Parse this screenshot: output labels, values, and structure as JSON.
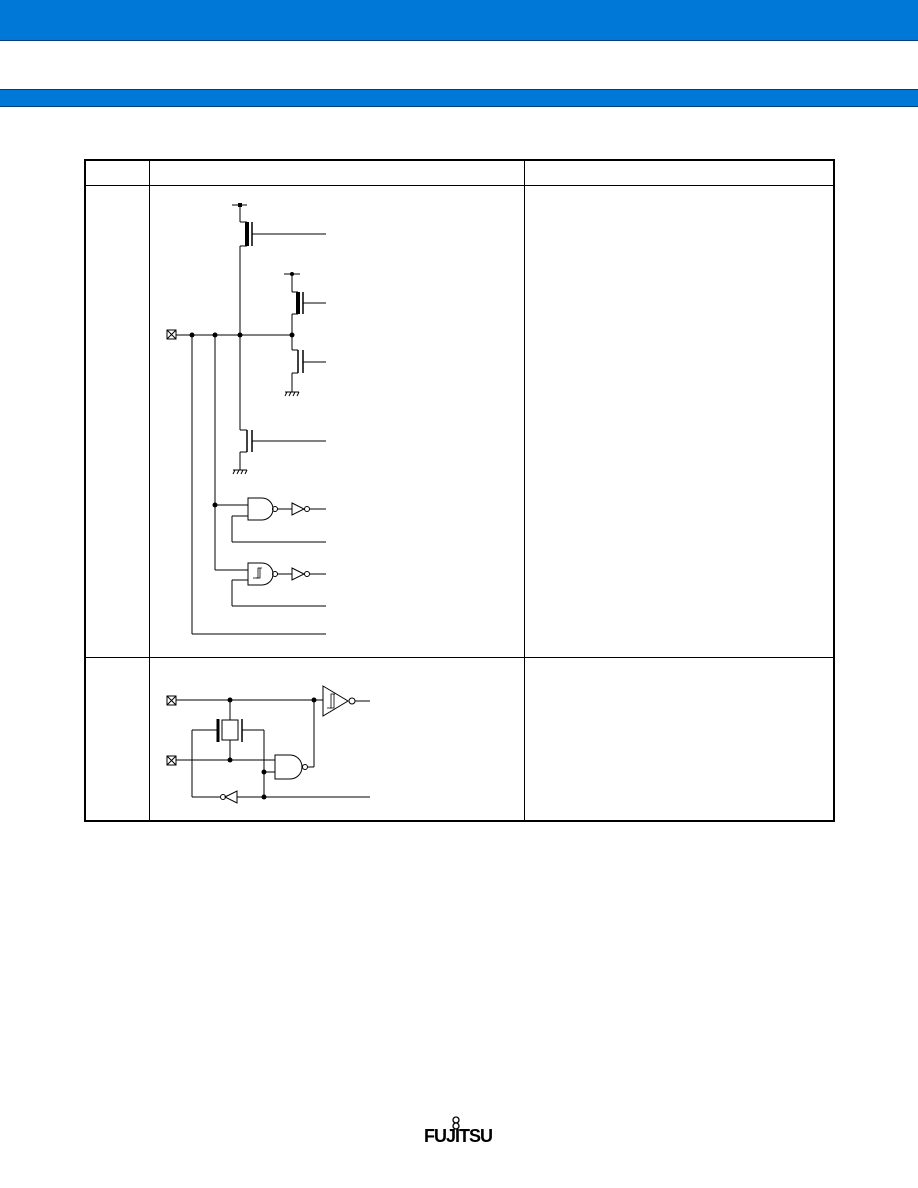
{
  "header": {
    "top_band_color": "#0078d7",
    "mid_band_color": "#0078d7"
  },
  "table": {
    "rows": [
      {
        "diagram": "io-port-circuit"
      },
      {
        "diagram": "oscillator-circuit"
      }
    ]
  },
  "footer": {
    "logo_text": "FUJITSU"
  }
}
